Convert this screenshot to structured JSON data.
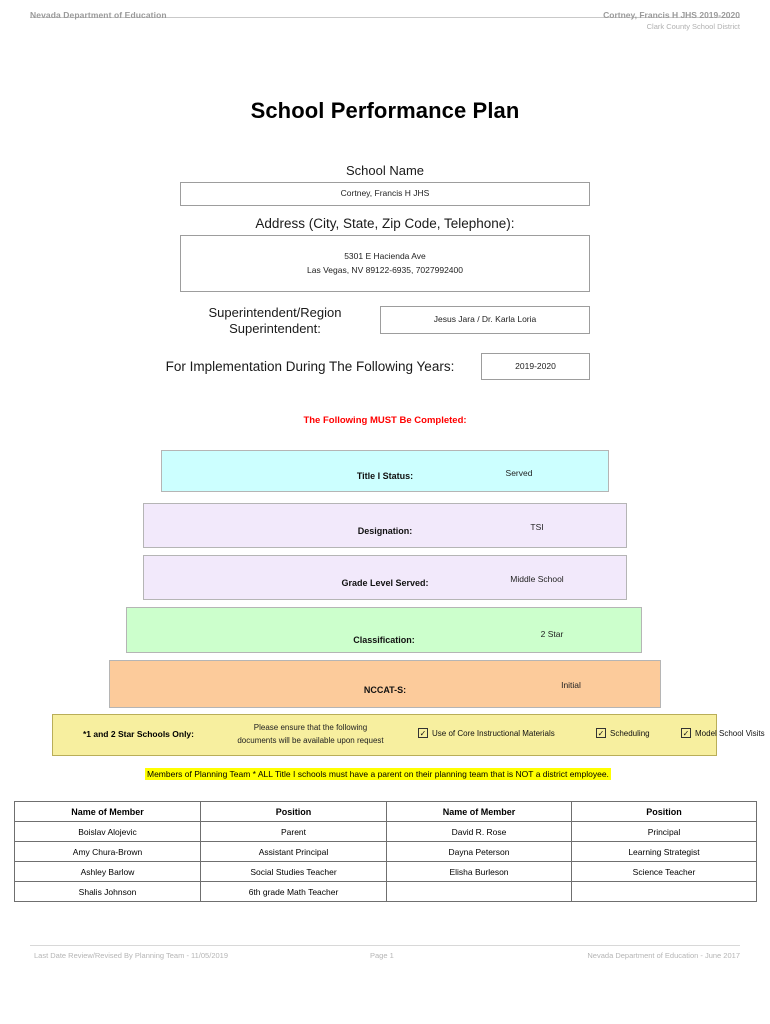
{
  "header": {
    "left": "Nevada Department of Education",
    "right_line1": "Cortney, Francis H JHS  2019-2020",
    "right_line2": "Clark County School District"
  },
  "title": "School Performance Plan",
  "fields": {
    "school_name_label": "School Name",
    "school_name_value": "Cortney, Francis H JHS",
    "address_label": "Address (City, State, Zip Code, Telephone):",
    "address_line1": "5301 E Hacienda Ave",
    "address_line2": "Las Vegas, NV  89122-6935, 7027992400",
    "superintendent_label": "Superintendent/Region Superintendent:",
    "superintendent_value": "Jesus Jara / Dr. Karla Loria",
    "years_label": "For Implementation During The Following Years:",
    "years_value": "2019-2020"
  },
  "must_complete_notice": "The Following MUST Be Completed:",
  "status_bars": [
    {
      "label": "Title I Status:",
      "value": "Served",
      "color": "#ccffff"
    },
    {
      "label": "Designation:",
      "value": "TSI",
      "color": "#f2e9fb"
    },
    {
      "label": "Grade Level Served:",
      "value": "Middle School",
      "color": "#f2e9fb"
    },
    {
      "label": "Classification:",
      "value": "2 Star",
      "color": "#ccffcc"
    },
    {
      "label": "NCCAT-S:",
      "value": "Initial",
      "color": "#fccb9b"
    }
  ],
  "star_schools": {
    "title": "*1 and 2 Star Schools Only:",
    "note_line1": "Please ensure that the following",
    "note_line2": "documents will be available upon request",
    "checkbox_glyph": "✓",
    "checks": [
      {
        "label": "Use of Core Instructional Materials",
        "checked": true
      },
      {
        "label": "Scheduling",
        "checked": true
      },
      {
        "label": "Model School Visits",
        "checked": true
      }
    ]
  },
  "planning_banner": "Members of Planning Team * ALL Title I schools must have a parent on their planning team that is NOT a district employee.",
  "members_table": {
    "headers": [
      "Name of Member",
      "Position",
      "Name of Member",
      "Position"
    ],
    "rows": [
      [
        "Boislav Alojevic",
        "Parent",
        "David R. Rose",
        "Principal"
      ],
      [
        "Amy Chura-Brown",
        "Assistant Principal",
        "Dayna Peterson",
        "Learning Strategist"
      ],
      [
        "Ashley Barlow",
        "Social Studies Teacher",
        "Elisha Burleson",
        "Science Teacher"
      ],
      [
        "Shalis Johnson",
        "6th grade Math Teacher",
        "",
        ""
      ]
    ]
  },
  "footer": {
    "left": "Last Date Review/Revised By Planning Team - 11/05/2019",
    "center": "Page 1",
    "right": "Nevada Department of Education - June 2017"
  },
  "colors": {
    "notice_red": "#ff0000",
    "highlight_yellow": "#ffff00",
    "band_yellow": "#f7ef9f"
  }
}
